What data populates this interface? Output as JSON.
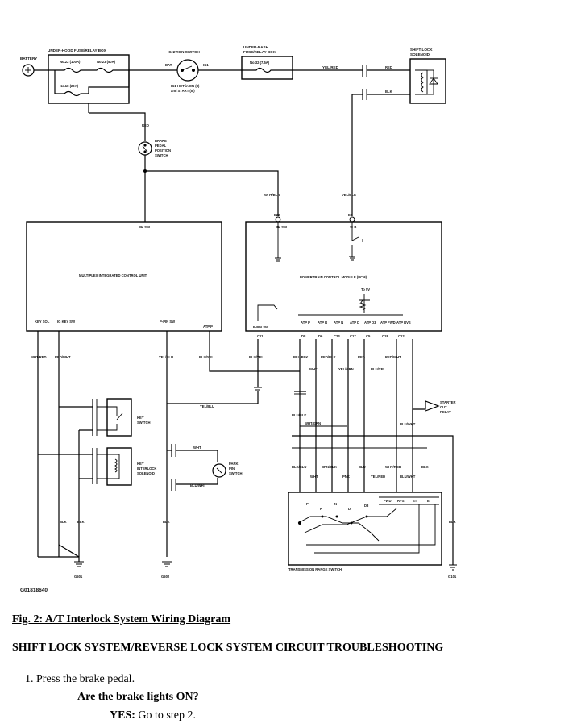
{
  "diagram": {
    "battery": "BATTERY",
    "under_hood_box": "UNDER-HOOD FUSE/RELAY BOX",
    "fuse_22": "No.22 (100A)",
    "fuse_23": "No.23 (50A)",
    "fuse_18": "No.18 (20A)",
    "ignition_switch": "IGNITION SWITCH",
    "bat": "BAT",
    "ig1": "IG1",
    "ign_note_1": "IG1 HOT in ON (II)",
    "ign_note_2": "and START (III)",
    "under_dash_box_1": "UNDER-DASH",
    "under_dash_box_2": "FUSE/RELAY BOX",
    "fuse_32": "No.32 (7.5A)",
    "yel_red": "YEL/RED",
    "shift_lock_solenoid_1": "SHIFT LOCK",
    "shift_lock_solenoid_2": "SOLENOID",
    "red": "RED",
    "blk": "BLK",
    "brake_switch_1": "BRAKE",
    "brake_switch_2": "PEDAL",
    "brake_switch_3": "POSITION",
    "brake_switch_4": "SWITCH",
    "wht_blk": "WHT/BLK",
    "yel_blk": "YEL/BLK",
    "bk_sw": "BK SW",
    "e22": "E22",
    "e2": "E2",
    "slb": "SLB",
    "micu": "MULTIPLEX INTEGRATED CONTROL UNIT",
    "pcm": "POWERTRAIN CONTROL MODULE (PCM)",
    "to_5v": "To 5V",
    "key_sol": "KEY SOL",
    "ig_key_sw": "IG KEY SW",
    "p_pin_sw": "P-PIN SW",
    "atp_p": "ATP P",
    "p_pin_sw_pcm": "P-PIN SW",
    "c11": "C11",
    "atp_labels": [
      "ATP P",
      "ATP R",
      "ATP N",
      "ATP D",
      "ATP D3",
      "ATP FWD",
      "ATP RVS"
    ],
    "pin_labels": [
      "D8",
      "D6",
      "C23",
      "C17",
      "C5",
      "C18",
      "C12"
    ],
    "wht_red": "WHT/RED",
    "red_wht": "RED/WHT",
    "yel_blu": "YEL/BLU",
    "blu_yel": "BLU/YEL",
    "blu_blk": "BLU/BLK",
    "red_blk": "RED/BLK",
    "wht": "WHT",
    "yel_grn": "YEL/GRN",
    "wht_grn": "WHT/GRN",
    "blu_wht": "BLU/WHT",
    "key_switch_1": "KEY",
    "key_switch_2": "SWITCH",
    "key_interlock_1": "KEY",
    "key_interlock_2": "INTERLOCK",
    "key_interlock_3": "SOLENOID",
    "park_pin_1": "PARK",
    "park_pin_2": "PIN",
    "park_pin_3": "SWITCH",
    "starter_cut_1": "STARTER",
    "starter_cut_2": "CUT",
    "starter_cut_3": "RELAY",
    "blk_blu": "BLK/BLU",
    "brn_blk": "BRN/BLK",
    "pnk": "PNK",
    "blu": "BLU",
    "wht_red2": "WHT/RED",
    "tr_switch": "TRANSMISSION RANGE SWITCH",
    "trs_labels": [
      "P",
      "R",
      "N",
      "D",
      "D3",
      "FWD",
      "RVS",
      "ST",
      "E"
    ],
    "g501": "G501",
    "g502": "G502",
    "g101": "G101",
    "fig_id": "G01818640"
  },
  "caption": "Fig. 2: A/T Interlock System Wiring Diagram",
  "section_title": "SHIFT LOCK SYSTEM/REVERSE LOCK SYSTEM CIRCUIT TROUBLESHOOTING",
  "step1": "1.   Press the brake pedal.",
  "question": "Are the brake lights ON?",
  "answer_yes": "YES:",
  "answer_text": " Go to step 2."
}
